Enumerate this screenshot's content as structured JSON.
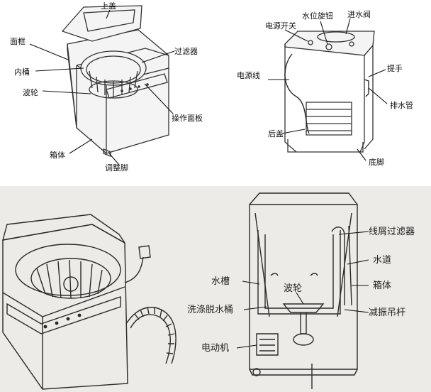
{
  "top_left_labels": {
    "lid": "上盖",
    "face_frame": "面框",
    "inner_tub": "内桶",
    "impeller": "波轮",
    "filter": "过滤器",
    "control_panel": "操作面板",
    "cabinet": "箱体",
    "adjust_foot": "调整脚"
  },
  "top_right_labels": {
    "power_switch": "电源开关",
    "water_level_knob": "水位旋钮",
    "inlet_valve": "进水阀",
    "power_cord": "电源线",
    "handle": "提手",
    "drain_hose": "排水管",
    "rear_cover": "后盖",
    "base": "底脚"
  },
  "bottom_right_labels": {
    "lint_filter": "线屑过滤器",
    "water_channel": "水道",
    "water_tub": "水槽",
    "cabinet": "箱体",
    "impeller": "波轮",
    "wash_spin_tub": "洗涤脱水桶",
    "damper_rod": "减振吊杆",
    "motor": "电动机"
  }
}
